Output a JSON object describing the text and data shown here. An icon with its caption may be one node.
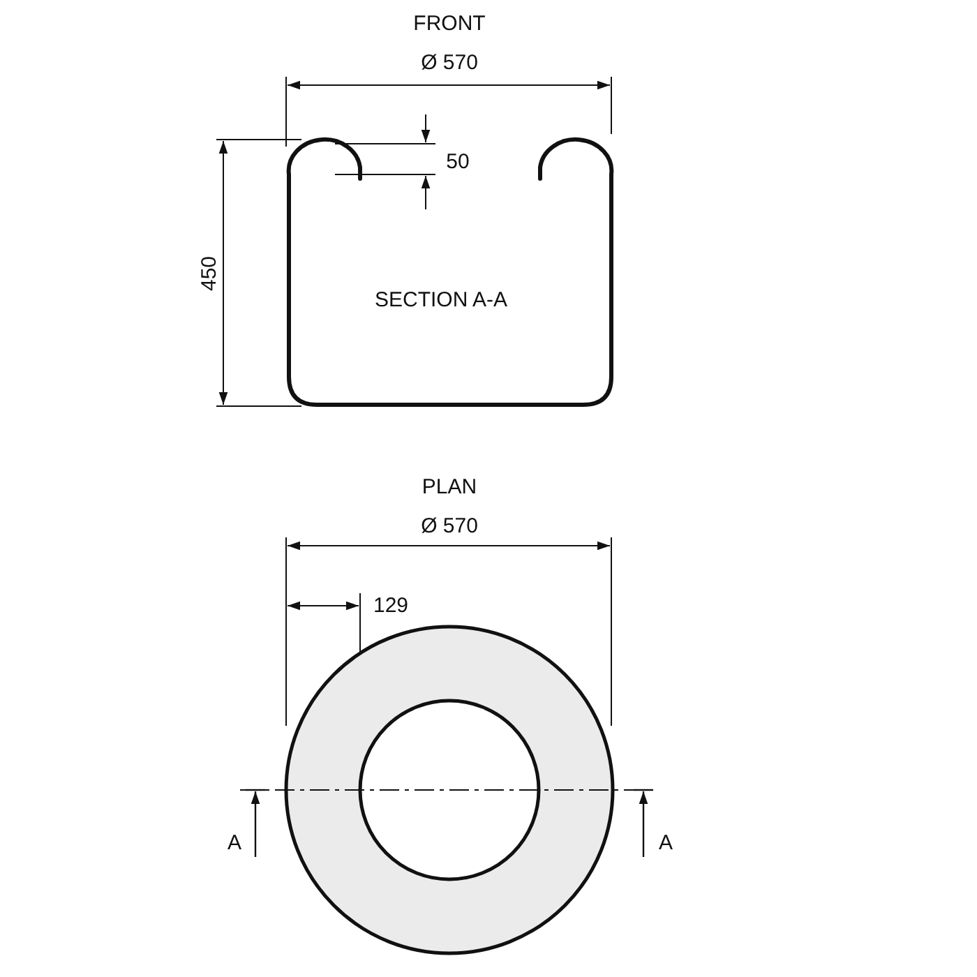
{
  "diagram": {
    "labels": [
      "FRONT",
      "Ø 570",
      "50",
      "450",
      "SECTION A-A",
      "PLAN",
      "Ø 570",
      "129",
      "A",
      "A"
    ]
  }
}
